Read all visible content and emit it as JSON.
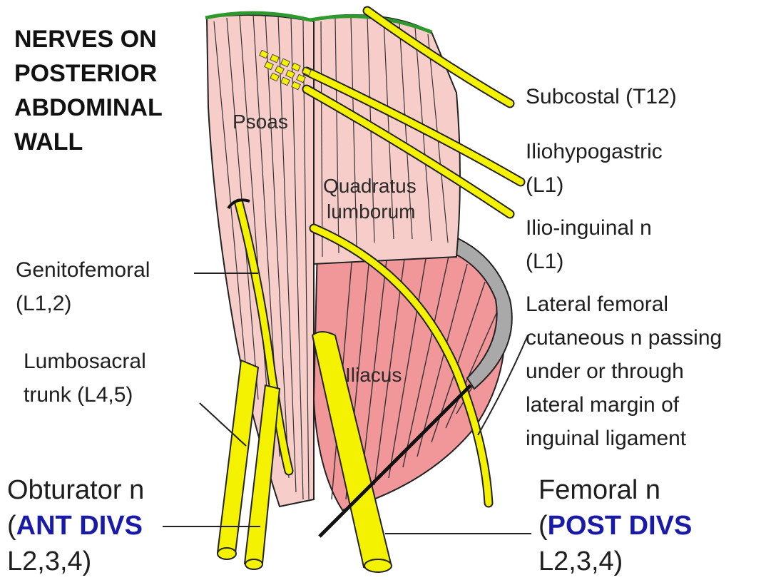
{
  "title": {
    "line1": "NERVES ON",
    "line2": "POSTERIOR",
    "line3": "ABDOMINAL",
    "line4": "WALL"
  },
  "muscles": {
    "psoas": "Psoas",
    "quadratus_line1": "Quadratus",
    "quadratus_line2": "lumborum",
    "iliacus": "Iliacus"
  },
  "nerves": {
    "subcostal": "Subcostal (T12)",
    "iliohypogastric_line1": "Iliohypogastric",
    "iliohypogastric_line2": "(L1)",
    "ilioinguinal_line1": "Ilio-inguinal n",
    "ilioinguinal_line2": "(L1)",
    "lateral_femoral_line1": "Lateral femoral",
    "lateral_femoral_line2": "cutaneous n passing",
    "lateral_femoral_line3": "under or through",
    "lateral_femoral_line4": "lateral margin of",
    "lateral_femoral_line5": "inguinal ligament",
    "genitofemoral_line1": "Genitofemoral",
    "genitofemoral_line2": "(L1,2)",
    "lumbosacral_line1": "Lumbosacral",
    "lumbosacral_line2": "trunk (L4,5)",
    "obturator_line1": "Obturator n",
    "obturator_open": "(",
    "obturator_divs": "ANT DIVS",
    "obturator_line3": "L2,3,4)",
    "femoral_line1": "Femoral n",
    "femoral_open": "(",
    "femoral_divs": "POST DIVS",
    "femoral_line3": "L2,3,4)"
  },
  "colors": {
    "psoas": "#f7cdc9",
    "iliacus": "#f1979a",
    "nerve": "#f5f200",
    "crest": "#a9a9a9",
    "diaphragm": "#2e9a2e",
    "division_text": "#1a1aa8"
  }
}
